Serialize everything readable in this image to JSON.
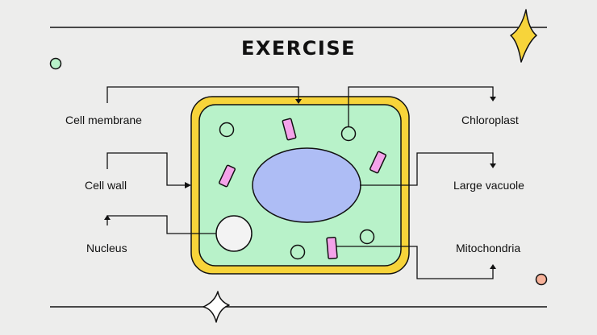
{
  "slide": {
    "title": "EXERCISE",
    "labels": {
      "cell_membrane": "Cell membrane",
      "cell_wall": "Cell wall",
      "nucleus": "Nucleus",
      "chloroplast": "Chloroplast",
      "large_vacuole": "Large vacuole",
      "mitochondria": "Mitochondria"
    }
  },
  "colors": {
    "background": "#ededec",
    "cell_wall": "#f7d43a",
    "cytoplasm": "#b8f2c9",
    "vacuole": "#aebdf5",
    "mitochondria": "#f4a3ea",
    "nucleus": "#f3f3f3",
    "star_yellow": "#f7d43a",
    "dot_green": "#b8f2c9",
    "dot_orange": "#f7b29a"
  }
}
